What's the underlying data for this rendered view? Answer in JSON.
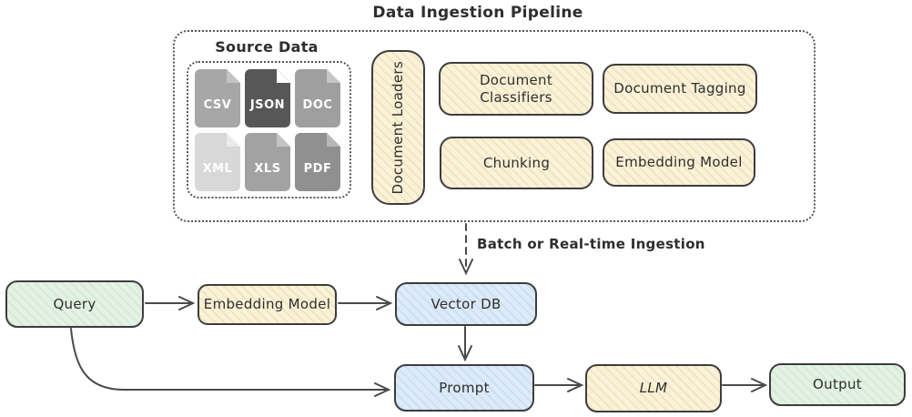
{
  "title": "Data Ingestion Pipeline",
  "pipeline": {
    "source_data": {
      "label": "Source Data",
      "files": [
        {
          "label": "CSV",
          "color": "#a7a7a7",
          "fold": "#c3c3c3",
          "text_color": "#ffffff"
        },
        {
          "label": "JSON",
          "color": "#575757",
          "fold": "#ffffff",
          "text_color": "#ffffff"
        },
        {
          "label": "DOC",
          "color": "#9f9f9f",
          "fold": "#c6c6c6",
          "text_color": "#ffffff"
        },
        {
          "label": "XML",
          "color": "#d8d8d8",
          "fold": "#ebebeb",
          "text_color": "#ffffff"
        },
        {
          "label": "XLS",
          "color": "#a2a2a2",
          "fold": "#c4c4c4",
          "text_color": "#ffffff"
        },
        {
          "label": "PDF",
          "color": "#909090",
          "fold": "#b8b8b8",
          "text_color": "#ffffff"
        }
      ]
    },
    "loader": {
      "label": "Document Loaders"
    },
    "stages": [
      {
        "label": "Document\nClassifiers"
      },
      {
        "label": "Document Tagging"
      },
      {
        "label": "Chunking"
      },
      {
        "label": "Embedding Model"
      }
    ]
  },
  "ingestion_arrow_label": "Batch or Real-time Ingestion",
  "flow": {
    "query": "Query",
    "embedding_model": "Embedding Model",
    "vector_db": "Vector DB",
    "prompt": "Prompt",
    "llm": "LLM",
    "output": "Output"
  },
  "colors": {
    "cream": "#faf2da",
    "cream_hatch": "#f2e4bc",
    "blue": "#ddeaf9",
    "blue_hatch": "#cbdff2",
    "green": "#e4f2e4",
    "green_hatch": "#d5ead8",
    "border": "#3d3d3d",
    "arrow": "#4a4a4a",
    "dotted": "#555555",
    "text": "#2e2e2e"
  }
}
